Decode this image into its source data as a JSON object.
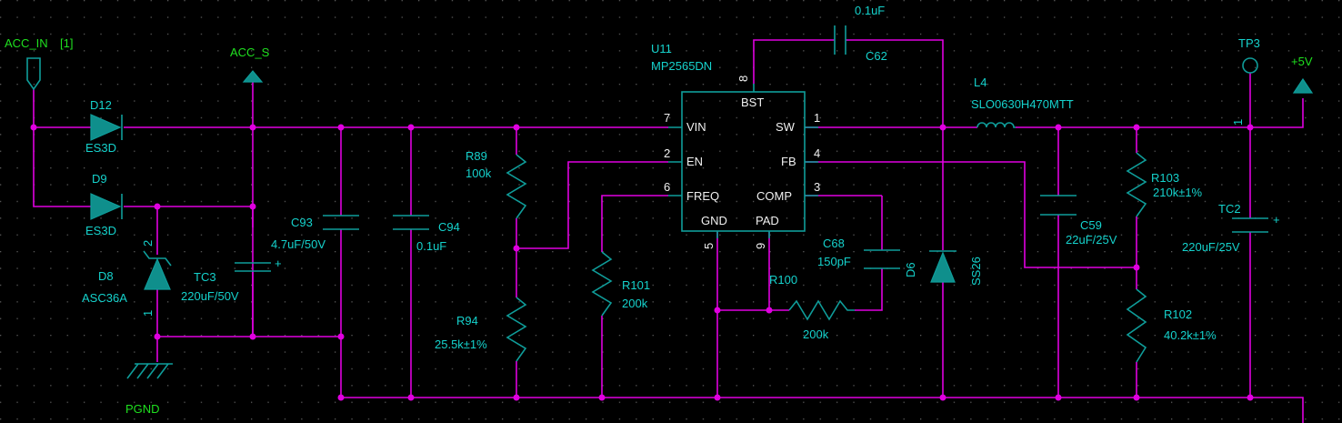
{
  "nets": {
    "acc_in": "ACC_IN",
    "acc_in_ref": "[1]",
    "acc_s": "ACC_S",
    "plus5v": "+5V",
    "pgnd": "PGND"
  },
  "u11": {
    "ref": "U11",
    "part": "MP2565DN",
    "pins": {
      "bst": "BST",
      "vin": "VIN",
      "en": "EN",
      "freq": "FREQ",
      "gnd": "GND",
      "pad": "PAD",
      "sw": "SW",
      "fb": "FB",
      "comp": "COMP"
    },
    "nums": {
      "bst": "8",
      "vin": "7",
      "en": "2",
      "freq": "6",
      "gnd": "5",
      "pad": "9",
      "sw": "1",
      "fb": "4",
      "comp": "3"
    }
  },
  "d12": {
    "ref": "D12",
    "value": "ES3D"
  },
  "d9": {
    "ref": "D9",
    "value": "ES3D"
  },
  "d8": {
    "ref": "D8",
    "value": "ASC36A",
    "pin_a": "2",
    "pin_b": "1"
  },
  "tc3": {
    "ref": "TC3",
    "value": "220uF/50V",
    "plus": "+"
  },
  "c93": {
    "ref": "C93",
    "value": "4.7uF/50V"
  },
  "c94": {
    "ref": "C94",
    "value": "0.1uF"
  },
  "r89": {
    "ref": "R89",
    "value": "100k"
  },
  "r94": {
    "ref": "R94",
    "value": "25.5k±1%"
  },
  "r101": {
    "ref": "R101",
    "value": "200k"
  },
  "c62": {
    "ref": "C62",
    "value": "0.1uF"
  },
  "c68": {
    "ref": "C68",
    "value": "150pF"
  },
  "r100": {
    "ref": "R100",
    "value": "200k"
  },
  "d6": {
    "ref": "D6",
    "value": "SS26"
  },
  "l4": {
    "ref": "L4",
    "value": "SLO0630H470MTT"
  },
  "c59": {
    "ref": "C59",
    "value": "22uF/25V"
  },
  "r103": {
    "ref": "R103",
    "value": "210k±1%"
  },
  "r102": {
    "ref": "R102",
    "value": "40.2k±1%"
  },
  "tp3": {
    "ref": "TP3",
    "pin": "1"
  },
  "tc2": {
    "ref": "TC2",
    "value": "220uF/25V",
    "plus": "+"
  }
}
